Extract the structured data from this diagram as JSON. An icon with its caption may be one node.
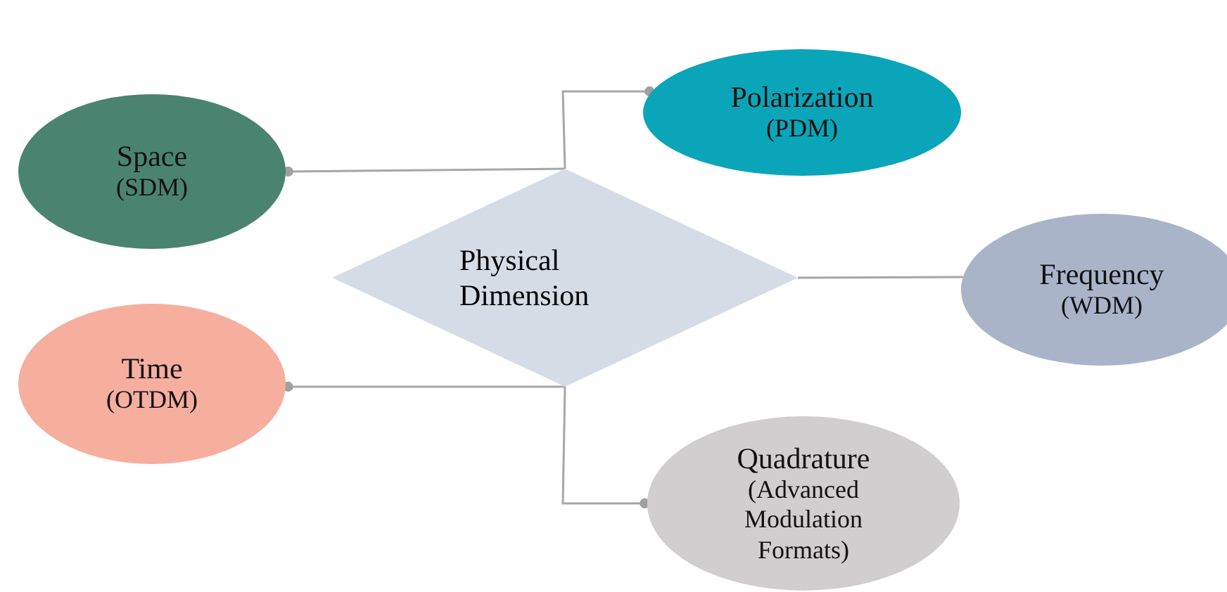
{
  "diagram": {
    "nodes": [
      {
        "text": [
          "Polarization",
          "(PDM)"
        ]
      },
      {
        "text": [
          "Space",
          "(SDM)"
        ]
      },
      {
        "text": [
          "Physical Dimension"
        ]
      },
      {
        "text": [
          "Frequency",
          "(WDM)"
        ]
      },
      {
        "text": [
          "Time",
          "(OTDM)"
        ]
      },
      {
        "text": [
          "Quadrature",
          "(Advanced Modulation Formats)"
        ]
      }
    ],
    "edges": [
      {
        "from": 2,
        "to": 0,
        "arrow": "other"
      },
      {
        "from": 2,
        "to": 1,
        "arrow": "other"
      },
      {
        "from": 2,
        "to": 3,
        "arrow": "none"
      },
      {
        "from": 2,
        "to": 4,
        "arrow": "other"
      },
      {
        "from": 2,
        "to": 5,
        "arrow": "other"
      }
    ]
  }
}
